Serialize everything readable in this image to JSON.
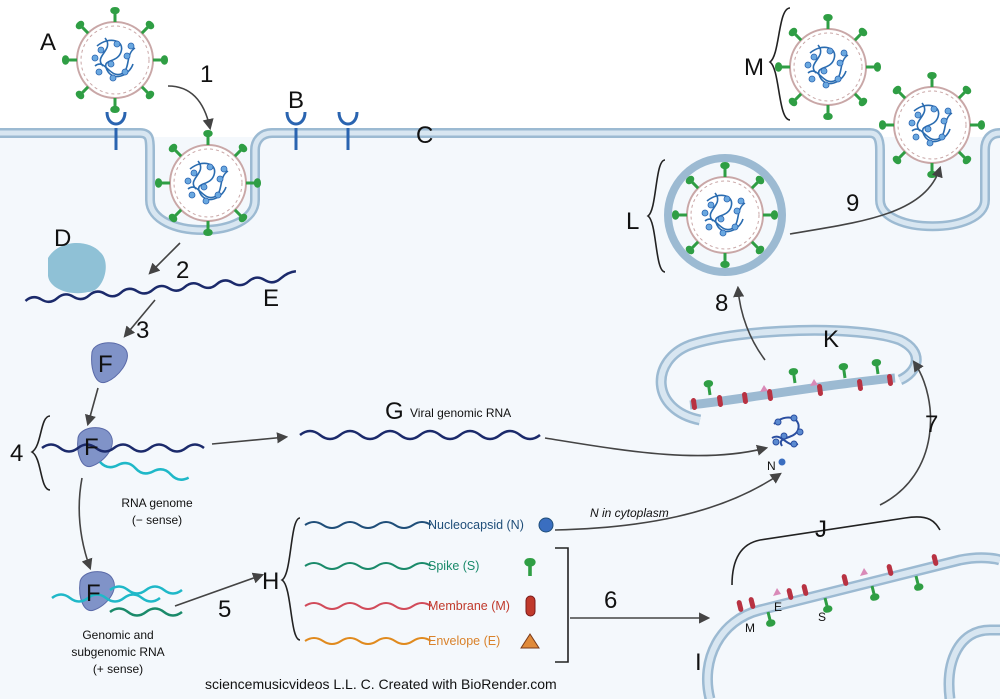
{
  "labels": {
    "A": "A",
    "B": "B",
    "C": "C",
    "D": "D",
    "E": "E",
    "F": "F",
    "G": "G",
    "H": "H",
    "I": "I",
    "J": "J",
    "K": "K",
    "L": "L",
    "M": "M",
    "N": "N"
  },
  "steps": [
    "1",
    "2",
    "3",
    "4",
    "5",
    "6",
    "7",
    "8",
    "9"
  ],
  "annotations": {
    "viral_genomic_rna": "Viral genomic RNA",
    "rna_genome_line1": "RNA genome",
    "rna_genome_line2": "(− sense)",
    "genomic_line1": "Genomic and",
    "genomic_line2": "subgenomic RNA",
    "genomic_line3": "(+ sense)",
    "n_in_cytoplasm": "N in cytoplasm",
    "membrane_M": "M",
    "envelope_E": "E",
    "spike_S": "S"
  },
  "legend": [
    {
      "label": "Nucleocapsid (N)",
      "color": "#1f4e79",
      "icon": "nucleocapsid-circle-icon"
    },
    {
      "label": "Spike (S)",
      "color": "#1a8a6a",
      "icon": "spike-protein-icon"
    },
    {
      "label": "Membrane (M)",
      "color": "#c0392b",
      "icon": "membrane-protein-icon"
    },
    {
      "label": "Envelope (E)",
      "color": "#d9822b",
      "icon": "envelope-triangle-icon"
    }
  ],
  "credit": "sciencemusicvideos L.L. C. Created with BioRender.com",
  "colors": {
    "membrane_fill": "#c9dcea",
    "membrane_edge": "#9cbad2",
    "cytoplasm": "#f4f8fc",
    "rna_dark": "#1b2a6b",
    "rna_teal": "#1fb8c8",
    "ribosome": "#8093c8",
    "ribosome_D": "#8fc1d6",
    "spike": "#2f9e44",
    "membrane_protein": "#b83242",
    "envelope_protein": "#d98ab8",
    "receptor": "#2a64b0"
  }
}
